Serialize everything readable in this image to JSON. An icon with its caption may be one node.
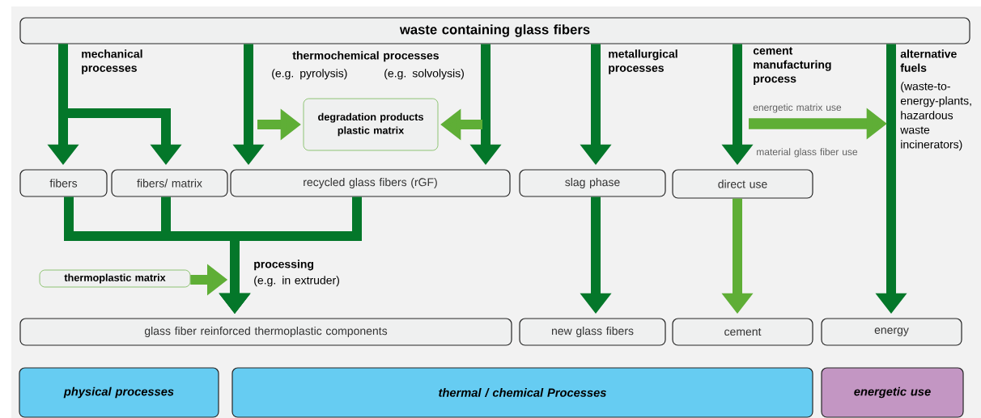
{
  "diagram": {
    "nodes": [
      {
        "text": [
          "waste containing glass fibers"
        ]
      },
      {
        "text": [
          "degradation products plastic matrix"
        ]
      },
      {
        "text": [
          "fibers"
        ]
      },
      {
        "text": [
          "fibers/ matrix"
        ]
      },
      {
        "text": [
          "recycled glass fibers (rGF)"
        ]
      },
      {
        "text": [
          "slag phase"
        ]
      },
      {
        "text": [
          "direct use"
        ]
      },
      {
        "text": [
          "thermoplastic matrix"
        ]
      },
      {
        "text": [
          "glass fiber reinforced thermoplastic components"
        ]
      },
      {
        "text": [
          "new glass fibers"
        ]
      },
      {
        "text": [
          "cement"
        ]
      },
      {
        "text": [
          "energy"
        ]
      },
      {
        "text": [
          "physical processes"
        ]
      },
      {
        "text": [
          "thermal / chemical Processes"
        ]
      },
      {
        "text": [
          "energetic use"
        ]
      }
    ],
    "edges": [
      {
        "from": 0,
        "to": 2,
        "arrow": "to"
      },
      {
        "from": 0,
        "to": 3,
        "arrow": "to"
      },
      {
        "from": 0,
        "to": 4,
        "arrow": "to"
      },
      {
        "from": 0,
        "to": 4,
        "arrow": "to"
      },
      {
        "from": null,
        "to": 1,
        "arrow": "to",
        "color": "#5fae36"
      },
      {
        "from": null,
        "to": 1,
        "arrow": "to",
        "color": "#5fae36"
      },
      {
        "from": 0,
        "to": 5,
        "arrow": "to"
      },
      {
        "from": 0,
        "to": 6,
        "arrow": "to"
      },
      {
        "from": 0,
        "to": 11,
        "arrow": "to"
      },
      {
        "from": 2,
        "to": 8,
        "arrow": "to"
      },
      {
        "from": 3,
        "to": 8,
        "arrow": "to"
      },
      {
        "from": 4,
        "to": 8,
        "arrow": "to"
      },
      {
        "from": 7,
        "to": null,
        "arrow": "to",
        "color": "#5fae36"
      },
      {
        "from": 5,
        "to": 9,
        "arrow": "to"
      },
      {
        "from": 6,
        "to": 10,
        "arrow": "to",
        "color": "#5fae36"
      }
    ],
    "labels": [
      "mechanical processes",
      "thermochemical processes",
      "(e.g. pyrolysis)",
      "(e.g. solvolysis)",
      "metallurgical processes",
      "cement manufacturing process",
      "energetic matrix use",
      "material glass fiber use",
      "alternative fuels",
      "(waste-to-energy-plants, hazardous waste incinerators)",
      "processing",
      "(e.g. in extruder)"
    ]
  }
}
